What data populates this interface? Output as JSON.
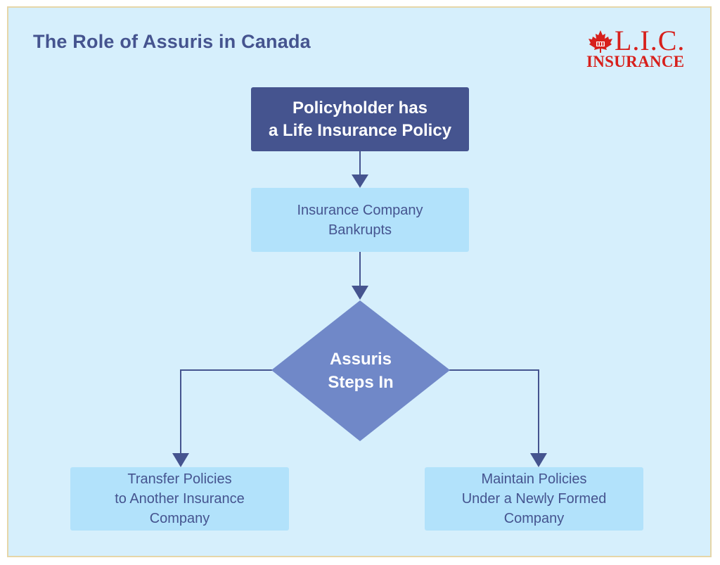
{
  "title": "The Role of Assuris in Canada",
  "logo": {
    "line1": "L.I.C.",
    "line2": "INSURANCE",
    "icon": "maple-leaf-icon",
    "color": "#d7201c"
  },
  "nodes": {
    "start": "Policyholder has\na Life Insurance Policy",
    "event": "Insurance Company\nBankrupts",
    "decision": "Assuris\nSteps In",
    "option_left": "Transfer Policies\nto Another Insurance\nCompany",
    "option_right": "Maintain Policies\nUnder a Newly Formed\nCompany"
  },
  "colors": {
    "dark": "#45548f",
    "light_box": "#b2e2fb",
    "diamond": "#7088c8",
    "background": "#d6effc",
    "connector": "#45548f"
  }
}
